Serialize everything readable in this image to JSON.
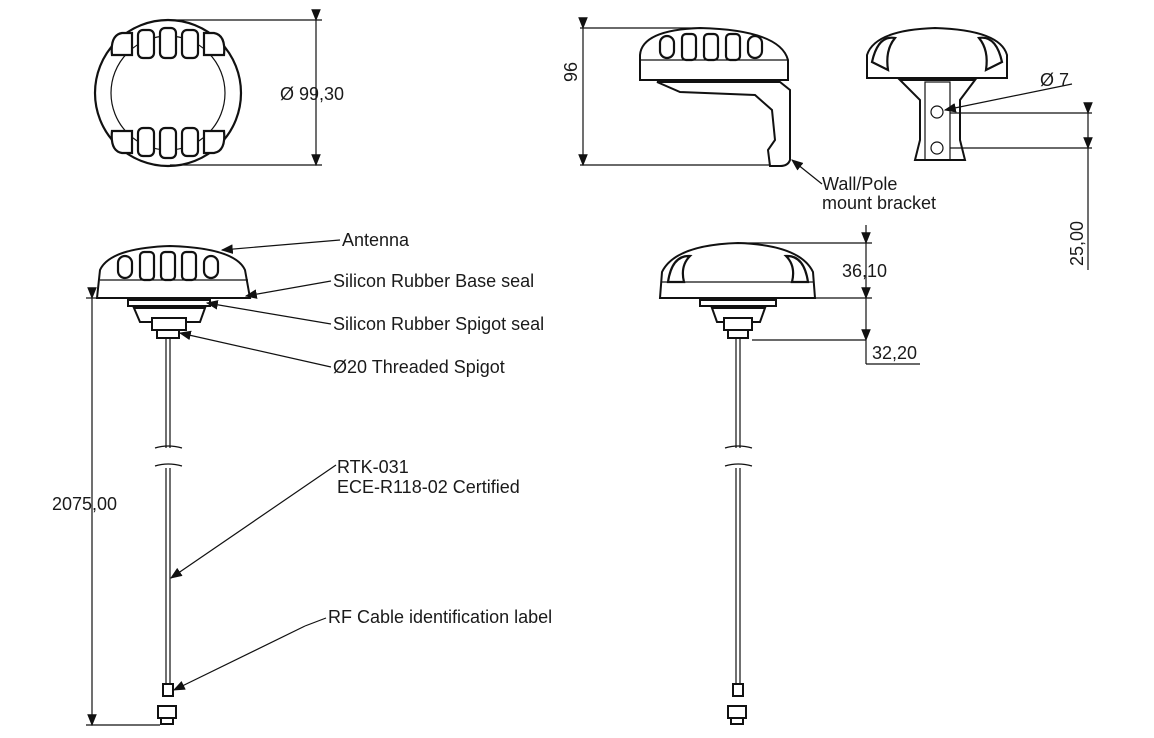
{
  "dimensions": {
    "diameter": "Ø 99,30",
    "height": "96",
    "hole": "Ø 7",
    "bracket_spacing": "25,00",
    "cable_length": "2075,00",
    "dome_height": "36,10",
    "spigot_height": "32,20"
  },
  "callouts": {
    "bracket_line1": "Wall/Pole",
    "bracket_line2": "mount bracket",
    "antenna": "Antenna",
    "base_seal": "Silicon Rubber Base seal",
    "spigot_seal": "Silicon Rubber Spigot seal",
    "spigot": "Ø20 Threaded Spigot",
    "cable_line1": "RTK-031",
    "cable_line2": "ECE-R118-02 Certified",
    "cable_label": "RF Cable identification label"
  }
}
